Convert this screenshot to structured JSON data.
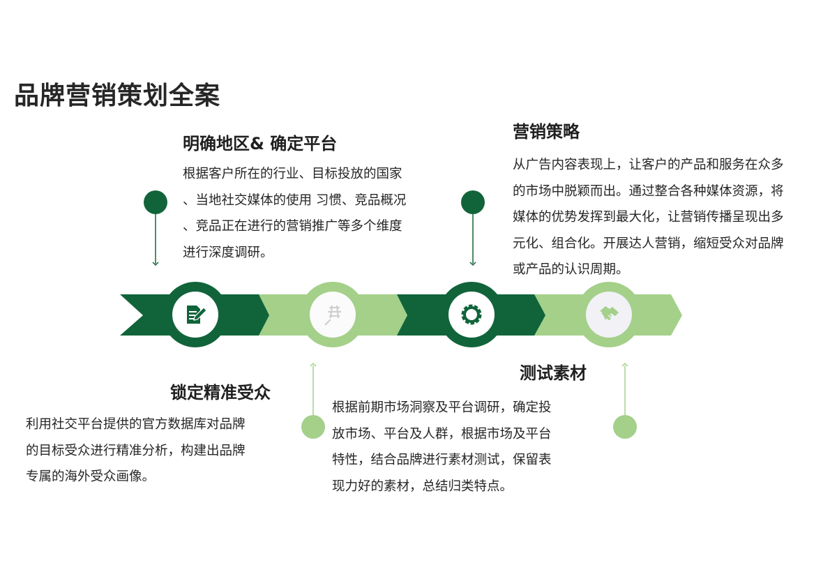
{
  "title": "品牌营销策划全案",
  "colors": {
    "dark_green": "#11643a",
    "light_green": "#a4d08a",
    "icon_bg": "#ffffff",
    "text": "#262626"
  },
  "steps": [
    {
      "heading": "明确地区& 确定平台",
      "icon": "document-edit-icon",
      "position": "top",
      "lines": [
        "根据客户所在的行业、目标投放的国家",
        "、当地社交媒体的使用 习惯、竞品概况",
        "、竞品正在进行的营销推广等多个维度",
        "进行深度调研。"
      ]
    },
    {
      "heading": "锁定精准受众",
      "icon": "web-search-icon",
      "position": "bottom",
      "lines": [
        "利用社交平台提供的官方数据库对品牌",
        "的目标受众进行精准分析，构建出品牌",
        "专属的海外受众画像。"
      ]
    },
    {
      "heading": "营销策略",
      "icon": "gear-icon",
      "position": "top",
      "lines": [
        "从广告内容表现上，让客户的产品和服务在众多",
        "的市场中脱颖而出。通过整合各种媒体资源，将",
        "媒体的优势发挥到最大化，让营销传播呈现出多",
        "元化、组合化。开展达人营销，缩短受众对品牌",
        "或产品的认识周期。"
      ]
    },
    {
      "heading": "测试素材",
      "icon": "handshake-icon",
      "position": "bottom",
      "lines": [
        "根据前期市场洞察及平台调研，确定投",
        "放市场、平台及人群，根据市场及平台",
        "特性，结合品牌进行素材测试，保留表",
        "现力好的素材，总结归类特点。"
      ]
    }
  ]
}
